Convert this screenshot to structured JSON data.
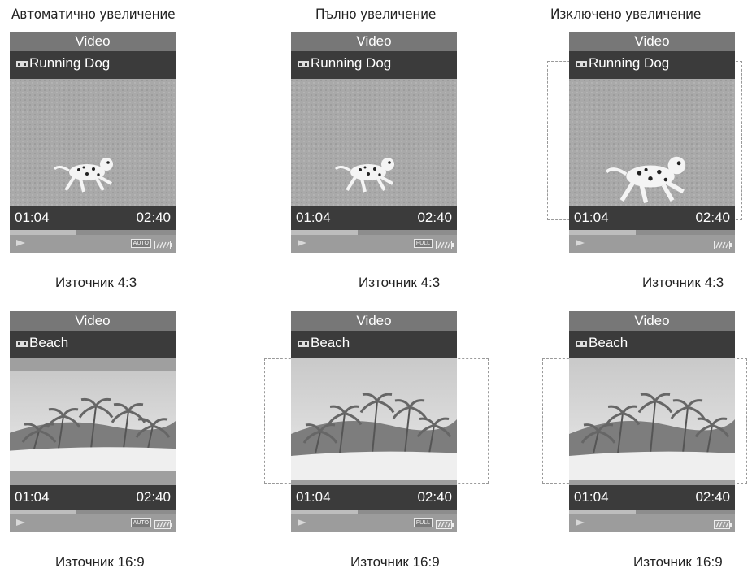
{
  "columns": [
    {
      "title": "Автоматично увеличение",
      "mode_badge": "AUTO"
    },
    {
      "title": "Пълно увеличение",
      "mode_badge": "FULL"
    },
    {
      "title": "Изключено увеличение",
      "mode_badge": ""
    }
  ],
  "rows": [
    {
      "caption": "Източник 4:3",
      "track_name": "Running Dog",
      "scene": "dog"
    },
    {
      "caption": "Източник 16:9",
      "track_name": "Beach",
      "scene": "beach"
    }
  ],
  "player": {
    "header": "Video",
    "elapsed": "01:04",
    "total": "02:40",
    "progress_fraction": 0.4
  },
  "icons": [
    "video-file-icon",
    "play-icon",
    "battery-icon"
  ],
  "colors": {
    "title_bar": "#777777",
    "dark_bar": "#3b3b3b",
    "body": "#9f9f9f"
  }
}
